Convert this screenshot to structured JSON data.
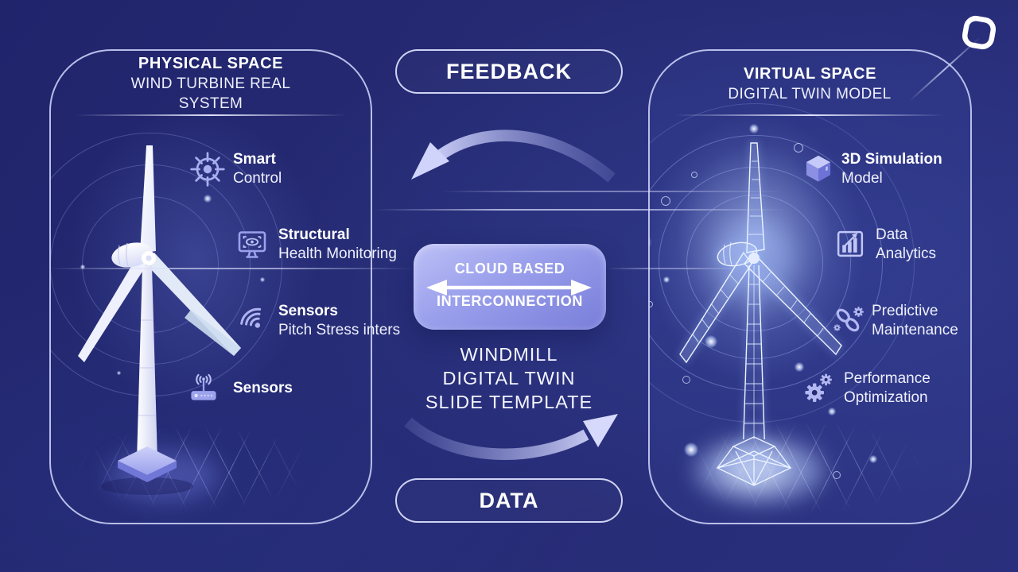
{
  "colors": {
    "background": "#262b74",
    "panel_border": "#c6cbf3",
    "accent_lavender": "#a9aeef",
    "cloud_box_top": "#bcc0f6",
    "cloud_box_bottom": "#787dd9",
    "text": "#ffffff",
    "glow_blue": "#8fb0ff"
  },
  "logo": {
    "icon": "slidemodel-logo-icon"
  },
  "left_panel": {
    "title": "PHYSICAL SPACE",
    "subtitle": "WIND TURBINE REAL SYSTEM",
    "illustration": "realistic wind turbine on platform with grid floor",
    "items": [
      {
        "icon": "ship-wheel-icon",
        "line1": "Smart",
        "line2": "Control"
      },
      {
        "icon": "monitor-eye-icon",
        "line1": "Structural",
        "line2": "Health Monitoring"
      },
      {
        "icon": "wifi-signal-icon",
        "line1": "Sensors",
        "line2": "Pitch Stress inters"
      },
      {
        "icon": "router-icon",
        "line1": "Sensors",
        "line2": ""
      }
    ]
  },
  "right_panel": {
    "title": "VIRTUAL SPACE",
    "subtitle": "DIGITAL TWIN MODEL",
    "illustration": "glowing wireframe digital twin wind turbine",
    "items": [
      {
        "icon": "cube-3d-icon",
        "line1": "3D Simulation",
        "line2": "Model"
      },
      {
        "icon": "bar-chart-icon",
        "line1": "Data",
        "line2": "Analytics"
      },
      {
        "icon": "chain-gear-icon",
        "line1": "Predictive",
        "line2": "Maintenance"
      },
      {
        "icon": "gears-icon",
        "line1": "Performance",
        "line2": "Optimization"
      }
    ]
  },
  "center": {
    "feedback_label": "FEEDBACK",
    "data_label": "DATA",
    "cloud_box": {
      "line1": "CLOUD BASED",
      "line2": "INTERCONNECTION"
    },
    "caption": [
      "WINDMILL",
      "DIGITAL TWIN",
      "SLIDE TEMPLATE"
    ]
  }
}
